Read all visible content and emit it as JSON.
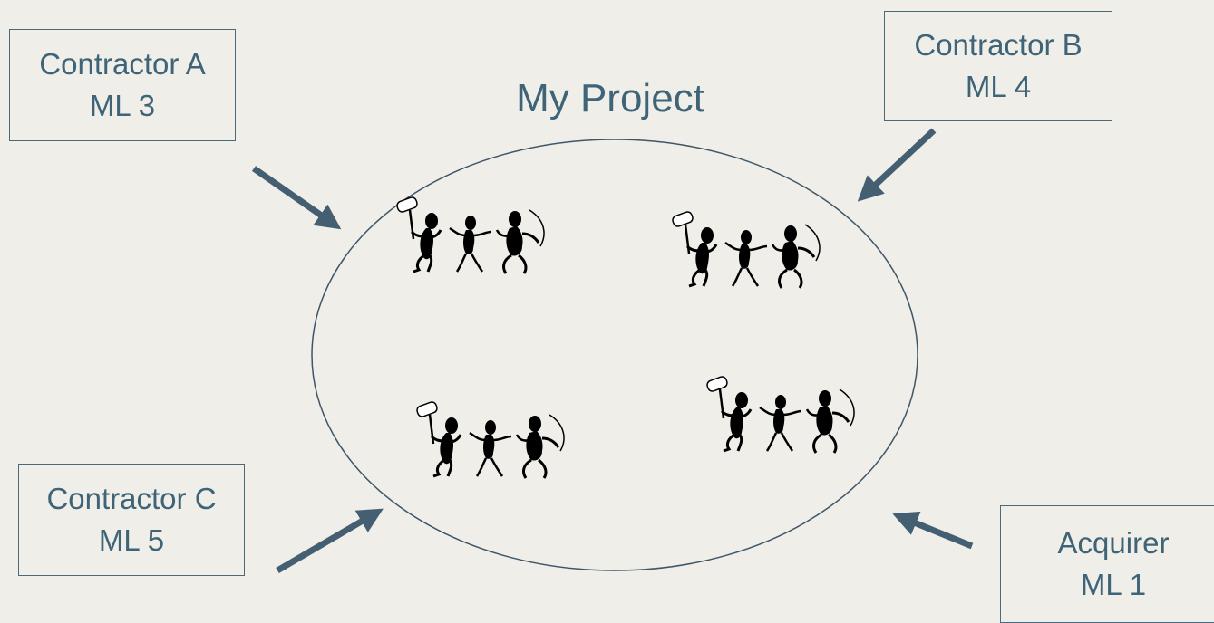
{
  "title": "My Project",
  "boxes": {
    "contractor_a": {
      "name": "Contractor A",
      "level": "ML 3"
    },
    "contractor_b": {
      "name": "Contractor B",
      "level": "ML 4"
    },
    "contractor_c": {
      "name": "Contractor C",
      "level": "ML 5"
    },
    "acquirer": {
      "name": "Acquirer",
      "level": "ML 1"
    }
  },
  "colors": {
    "text": "#3f6478",
    "arrow": "#455f72",
    "background": "#efeee8",
    "figures": "#000000"
  },
  "icons": [
    "worker-group-icon",
    "worker-group-icon",
    "worker-group-icon",
    "worker-group-icon"
  ]
}
